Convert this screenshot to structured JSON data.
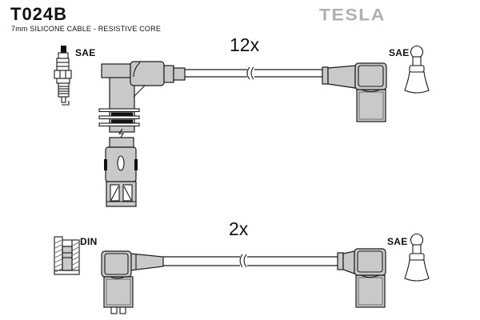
{
  "header": {
    "part_number": "T024B",
    "description": "7mm SILICONE CABLE - RESISTIVE CORE",
    "brand": "TESLA"
  },
  "colors": {
    "background": "#ffffff",
    "connector_fill": "#c9c9c9",
    "outline": "#1a1a1a",
    "brand_gray": "#b0b0b0"
  },
  "icons": {
    "spark_plug": "spark-plug-icon",
    "sae_terminal": "sae-terminal-icon",
    "din_terminal": "din-terminal-icon",
    "cable_break": "cable-break-icon"
  },
  "diagrams": [
    {
      "id": "cable-type-1",
      "quantity": "12x",
      "left_connector": {
        "type": "angled ribbed coil connector",
        "terminal_label": "SAE",
        "terminal_icon": "spark-plug-icon"
      },
      "right_connector": {
        "type": "angled plug boot",
        "terminal_label": "SAE",
        "terminal_icon": "sae-terminal-icon"
      }
    },
    {
      "id": "cable-type-2",
      "quantity": "2x",
      "left_connector": {
        "type": "straight plug boot",
        "terminal_label": "DIN",
        "terminal_icon": "din-terminal-icon"
      },
      "right_connector": {
        "type": "angled plug boot",
        "terminal_label": "SAE",
        "terminal_icon": "sae-terminal-icon"
      }
    }
  ]
}
